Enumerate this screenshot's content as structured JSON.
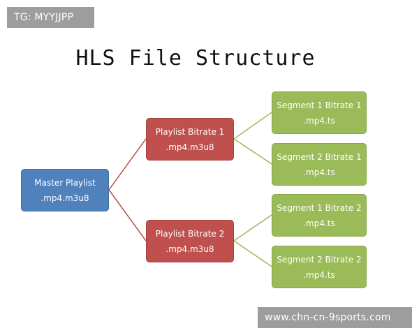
{
  "title": "HLS File Structure",
  "watermarks": {
    "top": "TG: MYYJJPP",
    "bottom": "www.chn-cn-9sports.com"
  },
  "colors": {
    "master": "#4f81bd",
    "playlist": "#c0504d",
    "segment": "#9bbb59",
    "connector_master": "#c0504d",
    "connector_playlist": "#9bbb59"
  },
  "master": {
    "line1": "Master Playlist",
    "line2": ".mp4.m3u8"
  },
  "playlists": [
    {
      "line1": "Playlist Bitrate 1",
      "line2": ".mp4.m3u8"
    },
    {
      "line1": "Playlist Bitrate 2",
      "line2": ".mp4.m3u8"
    }
  ],
  "segments": [
    {
      "line1": "Segment 1 Bitrate 1",
      "line2": ".mp4.ts"
    },
    {
      "line1": "Segment 2 Bitrate 1",
      "line2": ".mp4.ts"
    },
    {
      "line1": "Segment 1 Bitrate 2",
      "line2": ".mp4.ts"
    },
    {
      "line1": "Segment 2 Bitrate 2",
      "line2": ".mp4.ts"
    }
  ]
}
